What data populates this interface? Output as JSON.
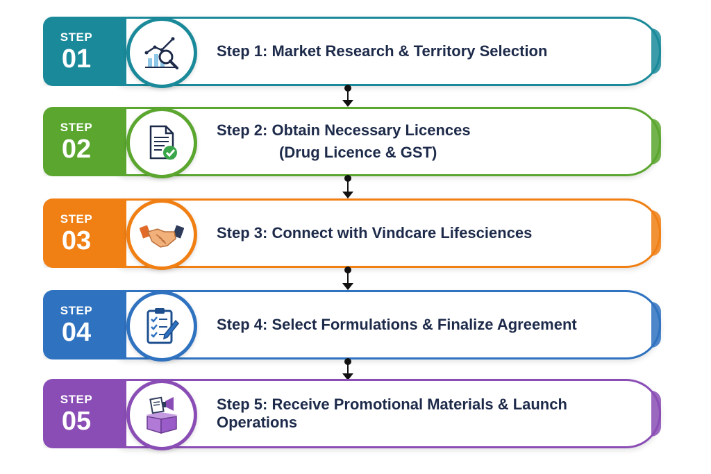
{
  "steps": [
    {
      "label": "STEP",
      "number": "01",
      "text": "Step 1: Market Research & Territory Selection",
      "subtext": "",
      "color": "#1a8a9a",
      "icon": "market-research-icon"
    },
    {
      "label": "STEP",
      "number": "02",
      "text": "Step 2: Obtain Necessary Licences",
      "subtext": "(Drug Licence & GST)",
      "color": "#5aa62f",
      "icon": "licence-document-icon"
    },
    {
      "label": "STEP",
      "number": "03",
      "text": "Step 3: Connect with Vindcare Lifesciences",
      "subtext": "",
      "color": "#f07f14",
      "icon": "handshake-icon"
    },
    {
      "label": "STEP",
      "number": "04",
      "text": "Step 4: Select Formulations & Finalize Agreement",
      "subtext": "",
      "color": "#2f72c0",
      "icon": "clipboard-checklist-icon"
    },
    {
      "label": "STEP",
      "number": "05",
      "text": "Step 5: Receive Promotional Materials & Launch Operations",
      "subtext": "",
      "color": "#8a4db5",
      "icon": "promo-box-icon"
    }
  ]
}
